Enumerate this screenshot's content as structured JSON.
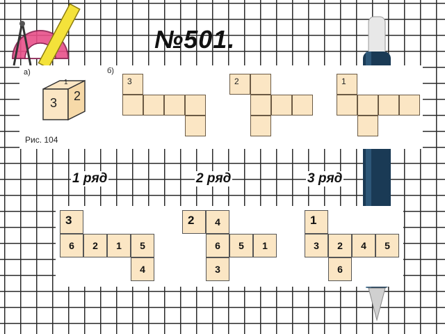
{
  "title": "№501.",
  "figure": {
    "part_a_label": "а)",
    "part_b_label": "б)",
    "caption": "Рис. 104",
    "cube_faces": {
      "front": "3",
      "right": "2",
      "top": "1"
    },
    "nets": [
      {
        "marked_number": "3"
      },
      {
        "marked_number": "2"
      },
      {
        "marked_number": "1"
      }
    ]
  },
  "rows": [
    {
      "label": "1 ряд"
    },
    {
      "label": "2 ряд"
    },
    {
      "label": "3 ряд"
    }
  ],
  "answers": [
    {
      "top": "3",
      "middle": [
        "6",
        "2",
        "1",
        "5"
      ],
      "bottom": "4"
    },
    {
      "top_left": "2",
      "top_right": "4",
      "middle": [
        "6",
        "5",
        "1"
      ],
      "bottom": "3"
    },
    {
      "top": "1",
      "middle": [
        "3",
        "2",
        "4",
        "5"
      ],
      "bottom": "6"
    }
  ]
}
